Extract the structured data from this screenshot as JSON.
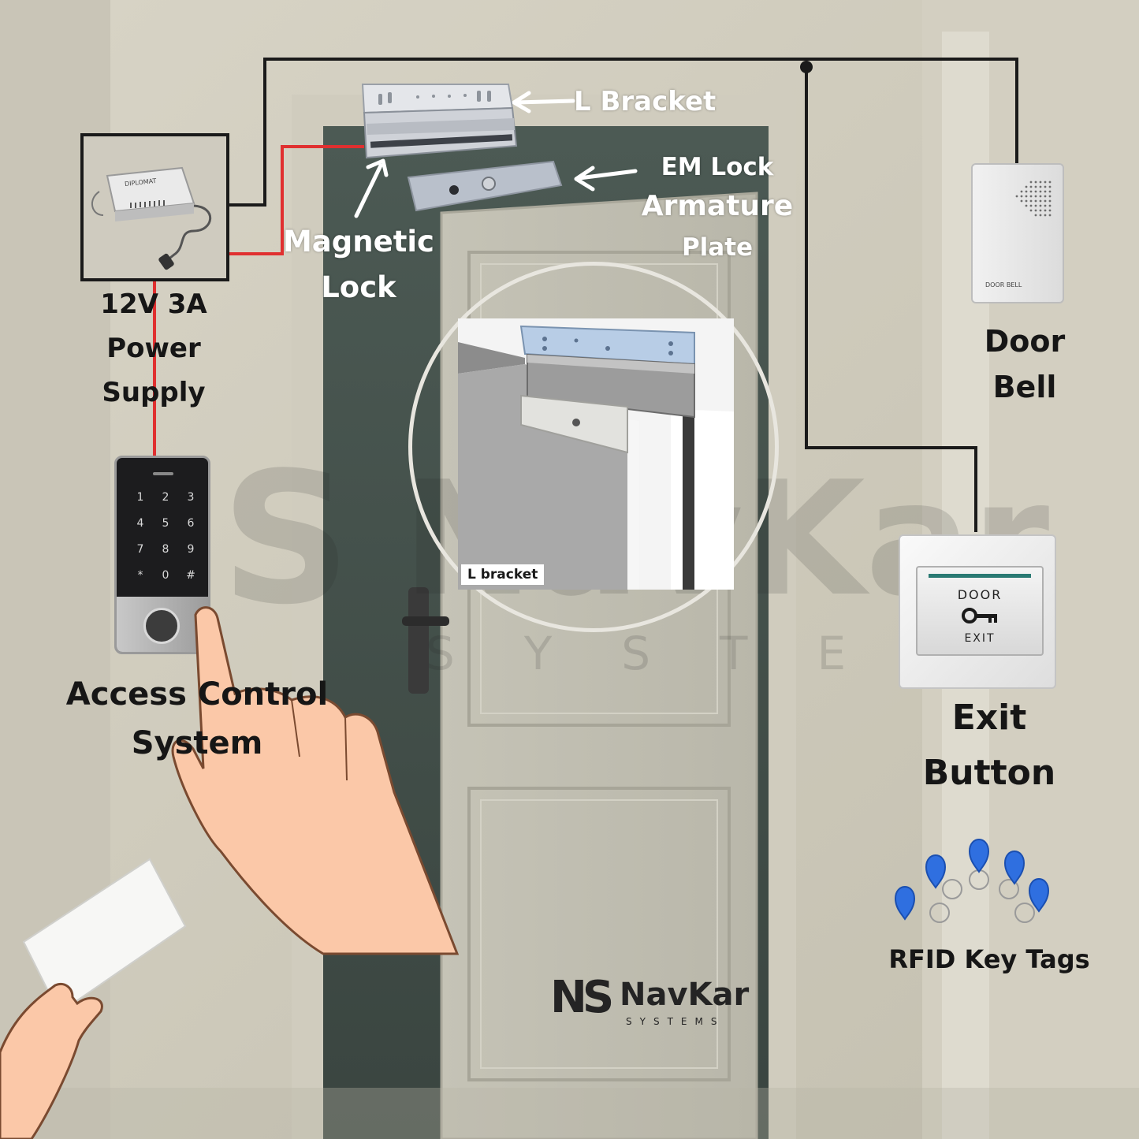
{
  "labels": {
    "l_bracket": "L Bracket",
    "em_lock_armature_plate": [
      "EM Lock",
      "Armature",
      "Plate"
    ],
    "magnetic_lock": [
      "Magnetic",
      "Lock"
    ],
    "power_supply": [
      "12V 3A",
      "Power",
      "Supply"
    ],
    "door_bell": [
      "Door",
      "Bell"
    ],
    "access_control_system": [
      "Access Control",
      "System"
    ],
    "exit_button": [
      "Exit",
      "Button"
    ],
    "rfid_key_tags": "RFID Key Tags"
  },
  "inset": {
    "caption": "L bracket"
  },
  "devices": {
    "power_supply_brand": "DIPLOMAT",
    "door_bell_text": "DOOR BELL",
    "exit_plate_top": "DOOR",
    "exit_plate_bottom": "EXIT",
    "keypad_keys": [
      "1",
      "2",
      "3",
      "4",
      "5",
      "6",
      "7",
      "8",
      "9",
      "*",
      "0",
      "#"
    ]
  },
  "brand": {
    "name": "NavKar",
    "tagline": "SYSTEMS",
    "logo_letters": "NS"
  },
  "watermark": {
    "name": "NavKar",
    "tagline": "SYSTEMS"
  },
  "colors": {
    "power_wire": "#e03030",
    "signal_wire": "#1a1a1a",
    "label_dark": "#161616",
    "label_light": "#ffffff",
    "rfid_blue": "#2f6fe0"
  }
}
